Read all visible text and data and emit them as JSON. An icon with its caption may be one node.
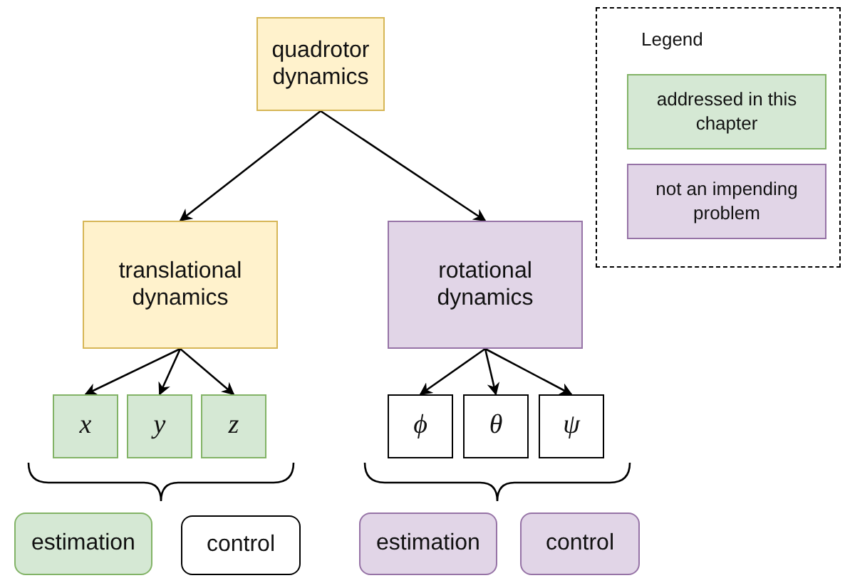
{
  "diagram": {
    "nodes": [
      {
        "text": [
          "quadrotor dynamics"
        ]
      },
      {
        "text": [
          "translational dynamics"
        ]
      },
      {
        "text": [
          "rotational dynamics"
        ]
      },
      {
        "text": [
          "x"
        ]
      },
      {
        "text": [
          "y"
        ]
      },
      {
        "text": [
          "z"
        ]
      },
      {
        "text": [
          "ϕ"
        ]
      },
      {
        "text": [
          "θ"
        ]
      },
      {
        "text": [
          "ψ"
        ]
      },
      {
        "text": [
          "estimation"
        ]
      },
      {
        "text": [
          "control"
        ]
      },
      {
        "text": [
          "estimation"
        ]
      },
      {
        "text": [
          "control"
        ]
      }
    ],
    "edges": [
      {
        "from": 0,
        "to": 1,
        "arrow": "to"
      },
      {
        "from": 0,
        "to": 2,
        "arrow": "to"
      },
      {
        "from": 1,
        "to": 3,
        "arrow": "to"
      },
      {
        "from": 1,
        "to": 4,
        "arrow": "to"
      },
      {
        "from": 1,
        "to": 5,
        "arrow": "to"
      },
      {
        "from": 2,
        "to": 6,
        "arrow": "to"
      },
      {
        "from": 2,
        "to": 7,
        "arrow": "to"
      },
      {
        "from": 2,
        "to": 8,
        "arrow": "to"
      }
    ],
    "labels": [
      "Legend"
    ],
    "legend": [
      {
        "text": "addressed in this chapter",
        "color": "#d5e8d4"
      },
      {
        "text": "not an impending problem",
        "color": "#e1d5e7"
      }
    ]
  }
}
